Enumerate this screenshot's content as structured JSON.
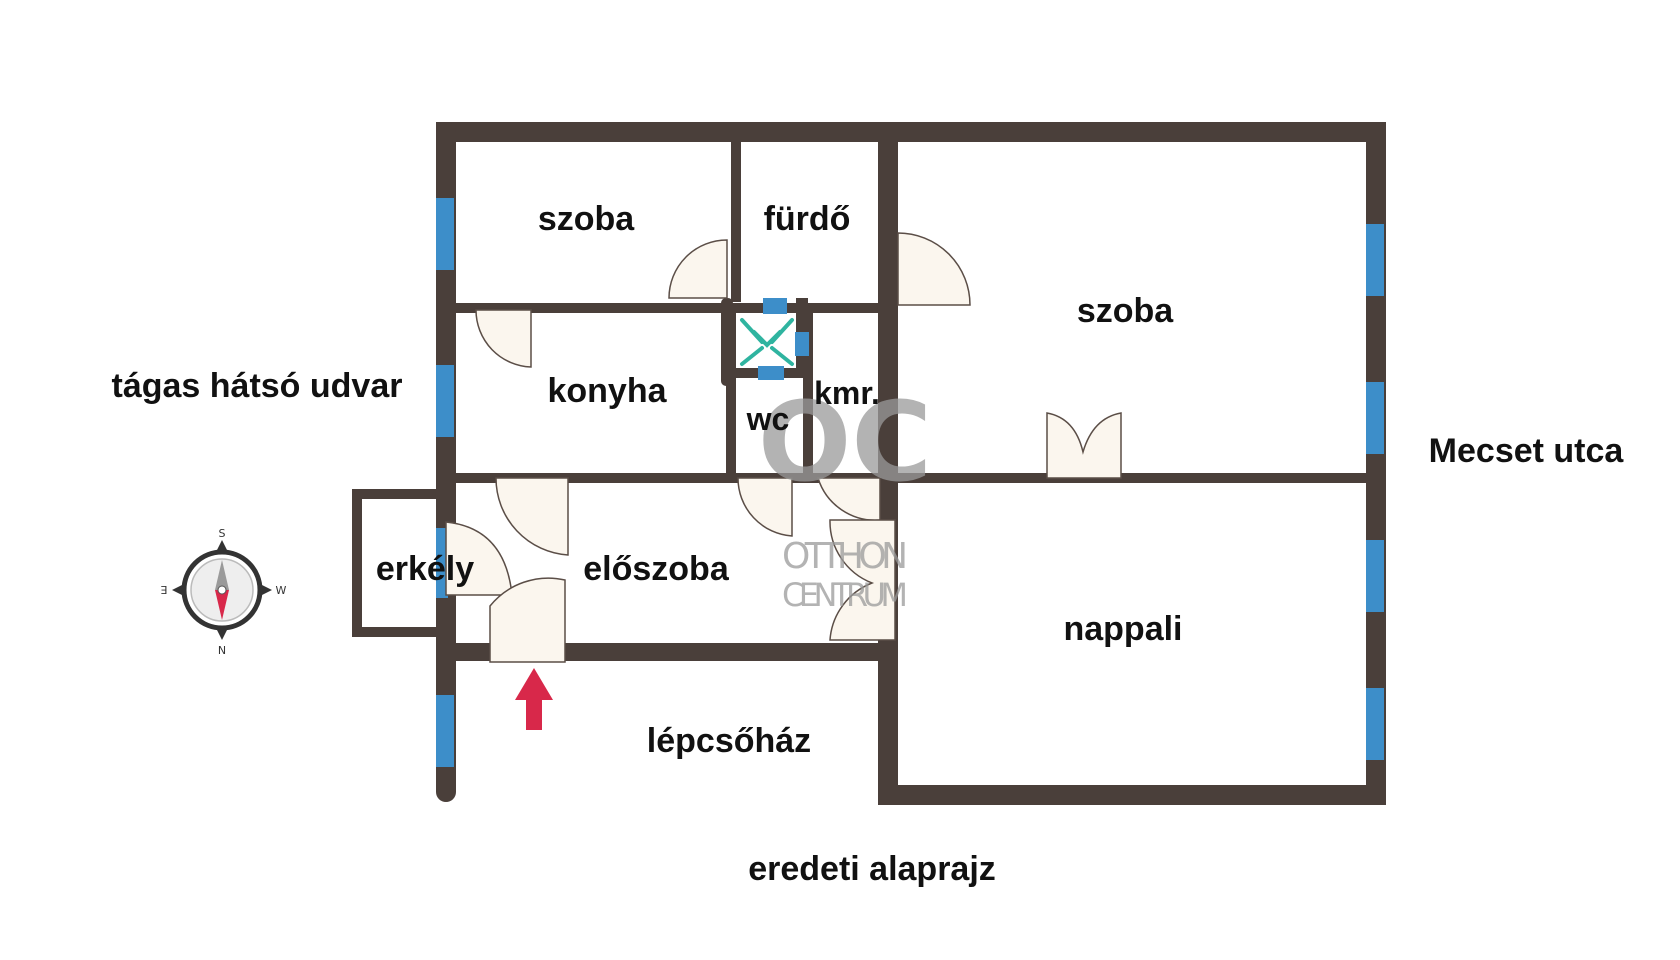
{
  "colors": {
    "wall": "#4a3f3a",
    "window": "#3d8ec9",
    "door_fill": "#fbf6ee",
    "door_stroke": "#5b4e47",
    "entrance_arrow": "#d8284a",
    "vent": "#2fb4a0",
    "watermark": "#9a9a9a"
  },
  "rooms": {
    "szoba_left": "szoba",
    "furdo": "fürdő",
    "konyha": "konyha",
    "kamra": "kmr.",
    "wc": "wc",
    "szoba_right": "szoba",
    "eloszoba": "előszoba",
    "erkely": "erkély",
    "nappali": "nappali",
    "lepcsohaz": "lépcsőház"
  },
  "labels": {
    "backyard": "tágas hátsó udvar",
    "street": "Mecset utca",
    "caption": "eredeti alaprajz"
  },
  "watermark": {
    "logo": "OC",
    "line1": "OTTHON",
    "line2": "CENTRUM"
  },
  "compass": {
    "top": "S",
    "bottom": "N",
    "left": "E",
    "right": "W"
  }
}
